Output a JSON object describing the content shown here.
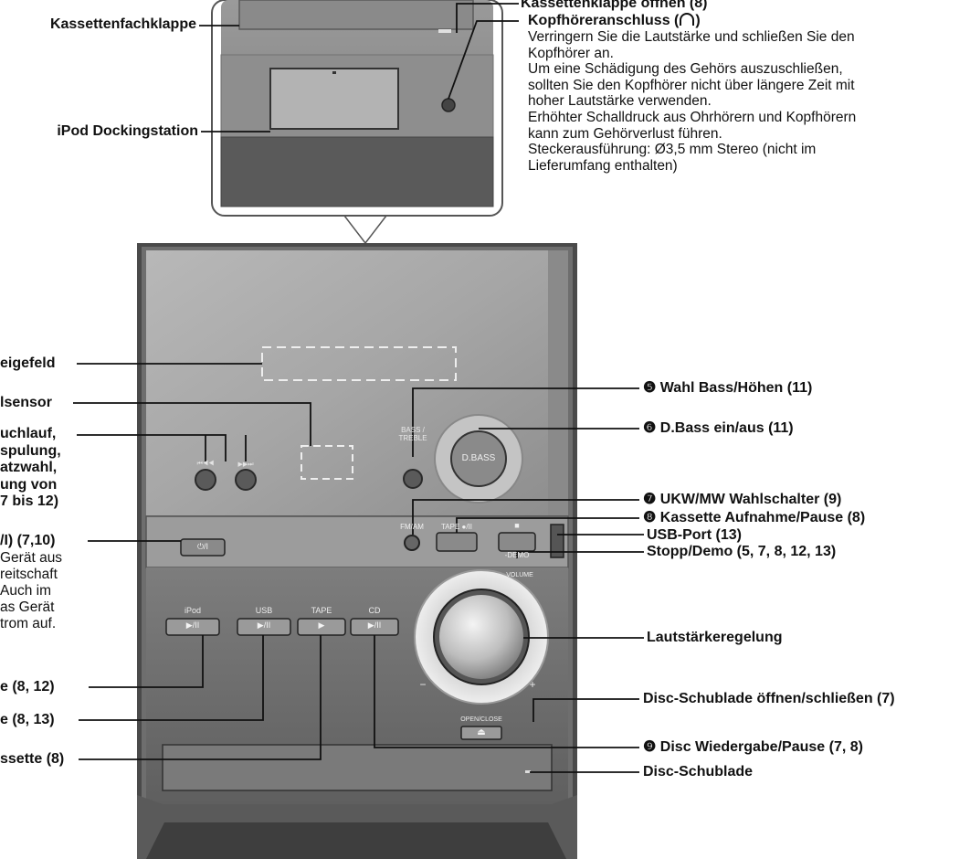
{
  "labels_left": {
    "kassettenfachklappe": "Kassettenfachklappe",
    "ipod_docking": "iPod Dockingstation",
    "anzeigefeld": "eigefeld",
    "sensor": "lsensor",
    "suchlauf_l1": "uchlauf,",
    "suchlauf_l2": "spulung,",
    "suchlauf_l3": "atzwahl,",
    "suchlauf_l4": "ung von",
    "suchlauf_l5": "7 bis 12)",
    "power": "/I) (7,10)",
    "power_d1": "Gerät aus",
    "power_d2": "reitschaft",
    "power_d3": "Auch im",
    "power_d4": "as Gerät",
    "power_d5": "trom auf.",
    "ipod_play": "e (8, 12)",
    "usb_play": "e (8, 13)",
    "tape_play": "ssette (8)"
  },
  "labels_right": {
    "kassettenklappe": "Kassettenklappe öffnen (8)",
    "kopfhoerer": "Kopfhöreranschluss (",
    "kopfhoerer_close": ")",
    "kopf_d1": "Verringern Sie die Lautstärke und schließen Sie den",
    "kopf_d2": "Kopfhörer an.",
    "kopf_d3": "Um eine Schädigung des Gehörs auszuschließen,",
    "kopf_d4": "sollten Sie den Kopfhörer nicht über längere Zeit mit",
    "kopf_d5": "hoher Lautstärke verwenden.",
    "kopf_d6": "Erhöhter Schalldruck aus Ohrhörern und Kopfhörern",
    "kopf_d7": "kann zum Gehörverlust führen.",
    "kopf_d8": "Steckerausführung:  Ø3,5 mm Stereo (nicht im",
    "kopf_d9": "Lieferumfang enthalten)",
    "bass_hoehen": "❺ Wahl Bass/Höhen (11)",
    "dbass": "❻ D.Bass ein/aus (11)",
    "ukw_mw": "❼ UKW/MW Wahlschalter (9)",
    "kassette_aufnahme": "❽ Kassette Aufnahme/Pause (8)",
    "usb_port": "USB-Port (13)",
    "stopp_demo": "Stopp/Demo (5, 7, 8, 12, 13)",
    "lautstaerke": "Lautstärkeregelung",
    "disc_schublade_oeffnen": "Disc-Schublade öffnen/schließen (7)",
    "disc_wiedergabe": "❾ Disc Wiedergabe/Pause (7, 8)",
    "disc_schublade": "Disc-Schublade"
  },
  "device": {
    "bass_treble_l1": "BASS /",
    "bass_treble_l2": "TREBLE",
    "dbass_btn": "D.BASS",
    "fm_am": "FM/AM",
    "tape_rec": "TAPE ●/II",
    "stop_sym": "■",
    "demo": "-DEMO",
    "volume": "VOLUME",
    "power_sym": "⏻/I",
    "src_ipod": "iPod",
    "src_usb": "USB",
    "src_tape": "TAPE",
    "src_cd": "CD",
    "play_pause_sym": "▶/II",
    "play_sym": "▶",
    "open_close": "OPEN/CLOSE",
    "eject_sym": "⏏",
    "minus": "−",
    "plus": "+",
    "skip_back": "⏮◀◀",
    "skip_fwd": "▶▶⏭"
  }
}
